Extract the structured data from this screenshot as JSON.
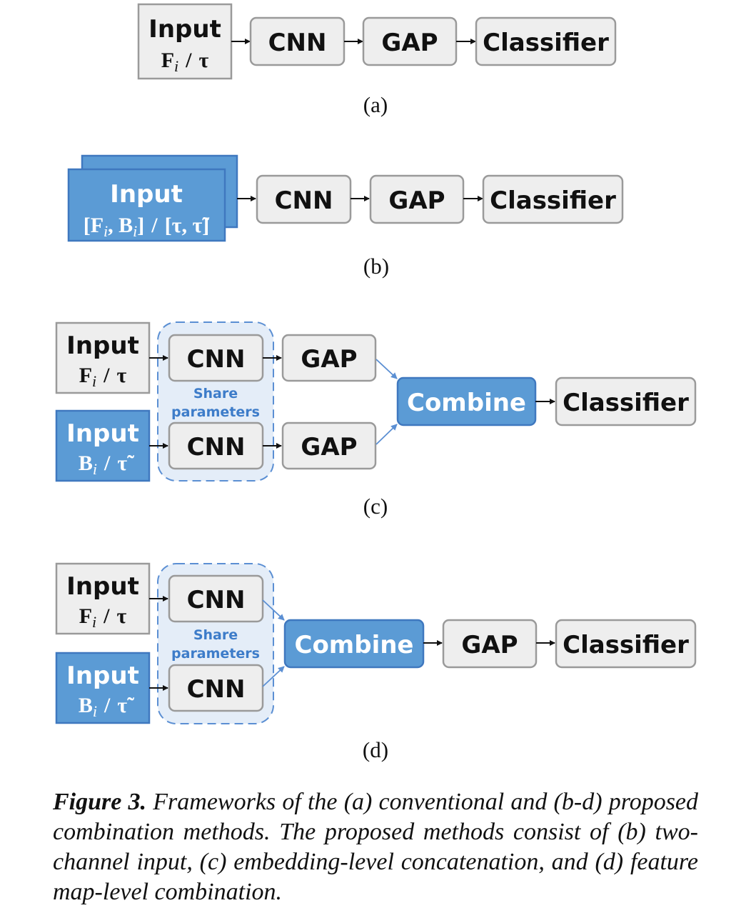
{
  "labels": {
    "input": "Input",
    "cnn": "CNN",
    "gap": "GAP",
    "classifier": "Classifier",
    "combine": "Combine",
    "share_line1": "Share",
    "share_line2": "parameters"
  },
  "math": {
    "fi": "F",
    "fi_sub": "i",
    "tau": "τ",
    "bi": "B",
    "bi_sub": "i",
    "tau_tilde": "τ̃",
    "slash": "/"
  },
  "panels": {
    "a": "(a)",
    "b": "(b)",
    "c": "(c)",
    "d": "(d)"
  },
  "caption": {
    "label": "Figure 3.",
    "text": "Frameworks of the (a) conventional and (b-d) proposed combination methods. The proposed methods consist of (b) two-channel input, (c) embedding-level concatenation, and (d) feature map-level combination."
  },
  "colors": {
    "blue_fill": "#5b9bd5",
    "blue_stroke": "#3f78bf",
    "gray_fill": "#eeeeee",
    "gray_stroke": "#9a9a9a",
    "share_fill": "#e4edf8",
    "share_stroke": "#5b8fd3"
  }
}
